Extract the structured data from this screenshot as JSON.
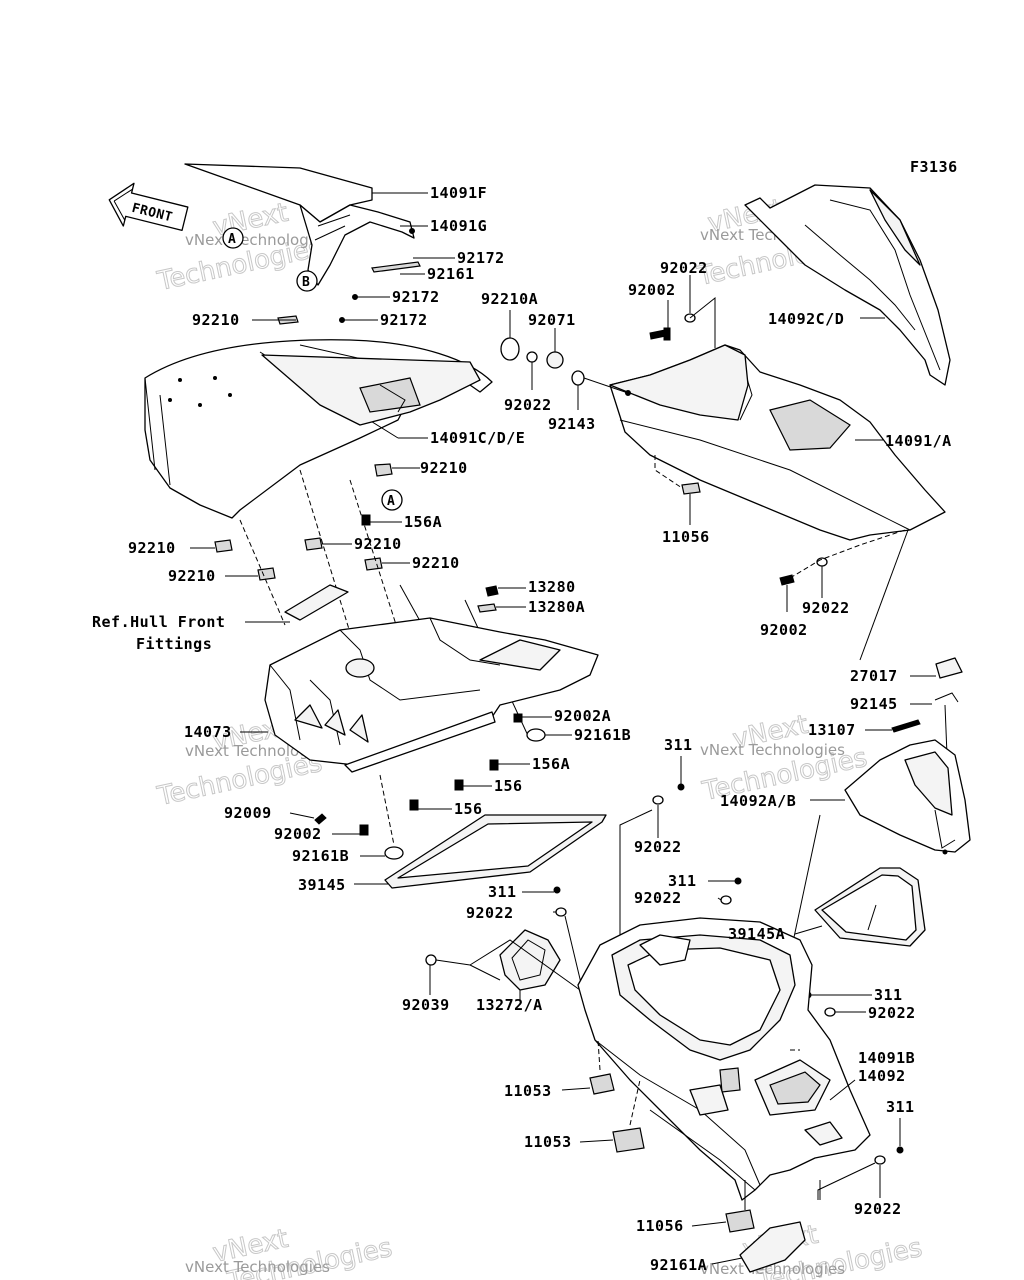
{
  "figure_code": "F3136",
  "front_arrow_label": "FRONT",
  "reference_note": [
    "Ref.Hull Front",
    "Fittings"
  ],
  "markers": [
    "A",
    "B"
  ],
  "watermark": [
    "vNext",
    "Technologies",
    "vNext Technologies"
  ],
  "callouts": [
    "14091F",
    "14091G",
    "92172",
    "92161",
    "92172",
    "92172",
    "92210",
    "92210A",
    "92071",
    "92022",
    "92143",
    "14091C/D/E",
    "92210",
    "156A",
    "92210",
    "92210",
    "92210",
    "92210",
    "13280",
    "13280A",
    "92002A",
    "92161B",
    "156A",
    "156",
    "14073",
    "92009",
    "156",
    "92002",
    "92161B",
    "39145",
    "92022",
    "92002",
    "14092C/D",
    "14091/A",
    "11056",
    "92002",
    "92022",
    "92002",
    "27017",
    "92145",
    "13107",
    "311",
    "14092A/B",
    "92022",
    "311",
    "92022",
    "311",
    "92022",
    "39145A",
    "92039",
    "13272/A",
    "311",
    "92022",
    "14091B",
    "14092",
    "11053",
    "11053",
    "311",
    "92022",
    "11056",
    "92161A"
  ]
}
